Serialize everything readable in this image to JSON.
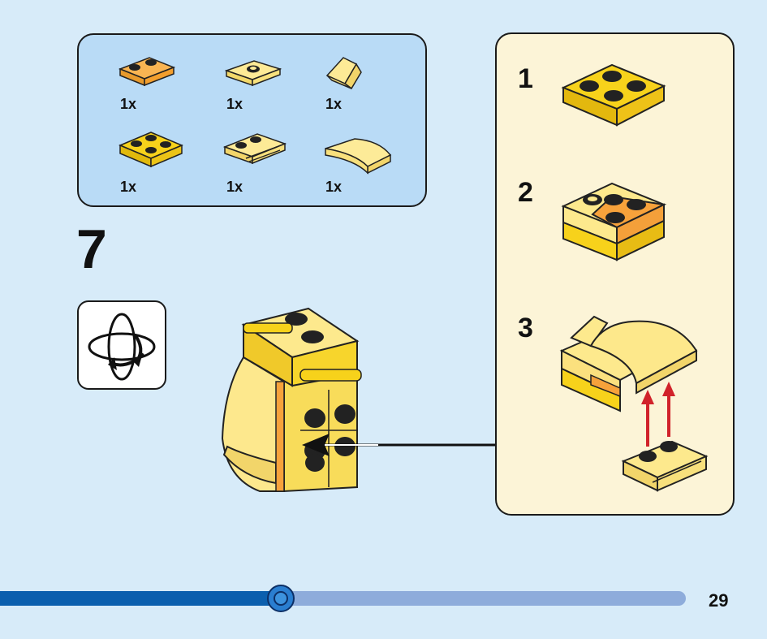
{
  "step": {
    "number": "7"
  },
  "parts": [
    {
      "name": "orange-plate-2x2",
      "qty": "1x"
    },
    {
      "name": "plate-1x2-center-stud",
      "qty": "1x"
    },
    {
      "name": "slope-wedge",
      "qty": "1x"
    },
    {
      "name": "yellow-plate-2x2",
      "qty": "1x"
    },
    {
      "name": "plate-1x2-rail",
      "qty": "1x"
    },
    {
      "name": "curved-slope",
      "qty": "1x"
    }
  ],
  "substeps": [
    {
      "number": "1"
    },
    {
      "number": "2"
    },
    {
      "number": "3"
    }
  ],
  "progress": {
    "fraction": 0.41
  },
  "page": {
    "number": "29"
  },
  "colors": {
    "background": "#d7ebf9",
    "parts_panel": "#b9dbf6",
    "callout": "#fcf4d7",
    "yellow": "#f7d21b",
    "light_yellow": "#fde98d",
    "orange": "#f7a23b",
    "arrow_red": "#d1222a",
    "progress_dark": "#0b5fae",
    "progress_light": "#8eacdb"
  }
}
